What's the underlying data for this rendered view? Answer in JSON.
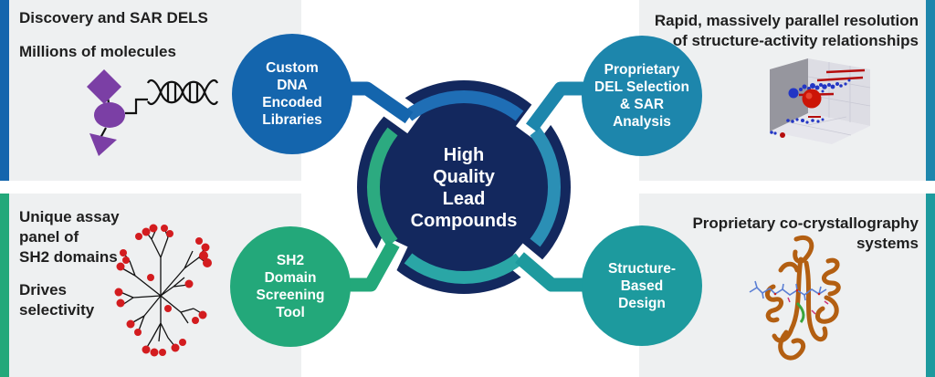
{
  "title": "High Quality Lead Compounds process diagram",
  "palette": {
    "panel_bg": "#eef0f1",
    "navy": "#13285e",
    "blue": "#1465ad",
    "teal_blue": "#1d86ac",
    "green": "#23a87a",
    "teal": "#1d9a9e",
    "arc_blue": "#1f6eb5",
    "arc_teal_blue": "#2b8fb5",
    "arc_green": "#2caa80",
    "arc_teal": "#2aa6a6",
    "illustration_red": "#d31c1f",
    "illustration_purple": "#7b3fa5",
    "illustration_brown": "#b35f12",
    "text": "#1f1f1f"
  },
  "center": {
    "lines": [
      "High",
      "Quality",
      "Lead",
      "Compounds"
    ]
  },
  "nodes": {
    "custom_dna": {
      "lines": [
        "Custom",
        "DNA",
        "Encoded",
        "Libraries"
      ]
    },
    "del_selection": {
      "lines": [
        "Proprietary",
        "DEL Selection",
        "& SAR",
        "Analysis"
      ]
    },
    "sh2": {
      "lines": [
        "SH2",
        "Domain",
        "Screening",
        "Tool"
      ]
    },
    "structure_based": {
      "lines": [
        "Structure-",
        "Based",
        "Design"
      ]
    }
  },
  "panels": {
    "top_left": {
      "line1": "Discovery and SAR DELS",
      "line2": "Millions of molecules",
      "illustration": "dna-encoded-molecule-icon"
    },
    "top_right": {
      "line1": "Rapid, massively parallel resolution",
      "line2": "of structure-activity relationships",
      "illustration": "sar-3d-scatter-icon"
    },
    "bottom_left": {
      "block1": [
        "Unique assay",
        "panel of",
        "SH2 domains"
      ],
      "block2": [
        "Drives",
        "selectivity"
      ],
      "illustration": "sh2-phylo-tree-icon"
    },
    "bottom_right": {
      "line1": "Proprietary co-crystallography",
      "line2": "systems",
      "illustration": "protein-ribbon-icon"
    }
  }
}
